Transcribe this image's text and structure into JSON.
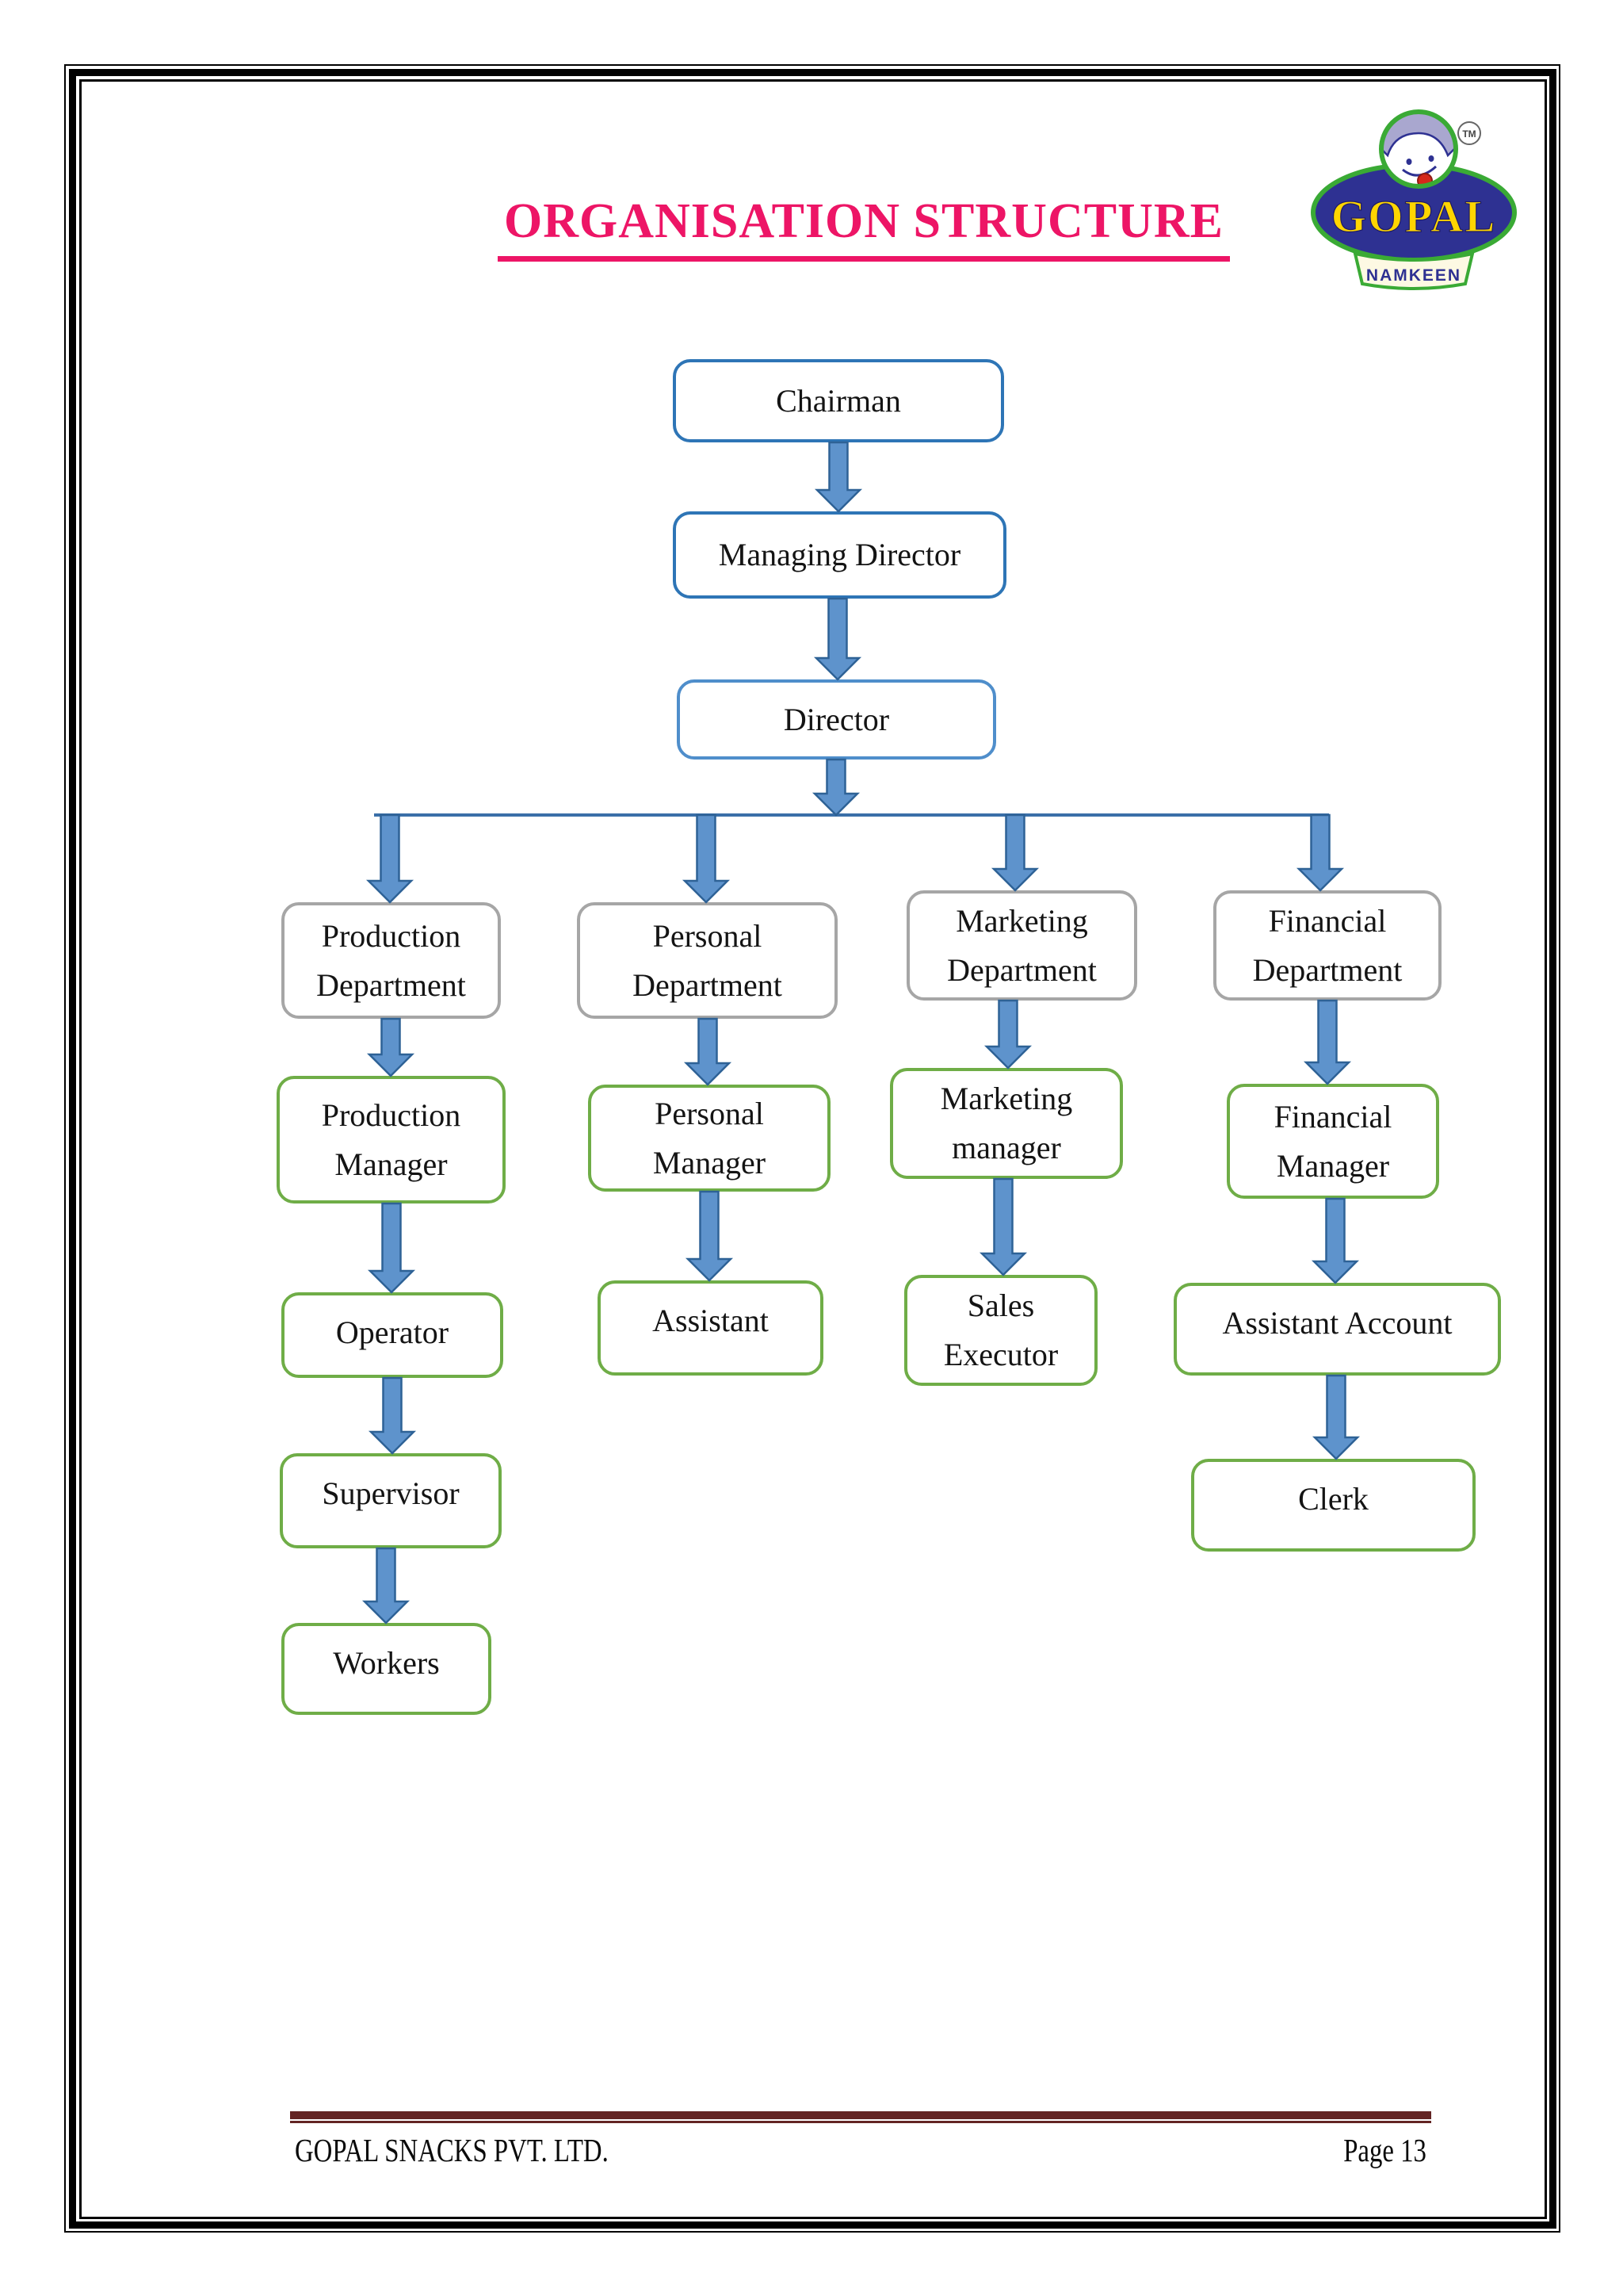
{
  "page": {
    "title": "ORGANISATION STRUCTURE"
  },
  "logo": {
    "brand": "GOPAL",
    "tagline": "NAMKEEN",
    "tm": "TM"
  },
  "footer": {
    "company": "GOPAL SNACKS PVT. LTD.",
    "page_label": "Page 13"
  },
  "colors": {
    "title": "#ED1566",
    "box_blue_border": "#2E75B6",
    "box_gray_border": "#A6A6A6",
    "box_green_border": "#6FAD47",
    "arrow_fill": "#5E93CC",
    "arrow_stroke": "#2E6296",
    "connector_line": "#3A6FA8",
    "footer_rule": "#632423",
    "logo_navy": "#2E3192",
    "logo_green": "#3AAA35",
    "logo_yellow": "#FFD500"
  },
  "org_chart": {
    "nodes": [
      {
        "id": "chairman",
        "label": "Chairman",
        "level": "blue"
      },
      {
        "id": "managing-director",
        "label": "Managing Director",
        "level": "blue"
      },
      {
        "id": "director",
        "label": "Director",
        "level": "blue"
      },
      {
        "id": "production-department",
        "label": "Production\nDepartment",
        "level": "gray"
      },
      {
        "id": "personal-department",
        "label": "Personal\nDepartment",
        "level": "gray"
      },
      {
        "id": "marketing-department",
        "label": "Marketing\nDepartment",
        "level": "gray"
      },
      {
        "id": "financial-department",
        "label": "Financial\nDepartment",
        "level": "gray"
      },
      {
        "id": "production-manager",
        "label": "Production\nManager",
        "level": "green"
      },
      {
        "id": "personal-manager",
        "label": "Personal\nManager",
        "level": "green"
      },
      {
        "id": "marketing-manager",
        "label": "Marketing\nmanager",
        "level": "green"
      },
      {
        "id": "financial-manager",
        "label": "Financial\nManager",
        "level": "green"
      },
      {
        "id": "operator",
        "label": "Operator",
        "level": "green"
      },
      {
        "id": "assistant",
        "label": "Assistant",
        "level": "green"
      },
      {
        "id": "sales-executor",
        "label": "Sales\nExecutor",
        "level": "green"
      },
      {
        "id": "assistant-account",
        "label": "Assistant Account",
        "level": "green"
      },
      {
        "id": "supervisor",
        "label": "Supervisor",
        "level": "green"
      },
      {
        "id": "clerk",
        "label": "Clerk",
        "level": "green"
      },
      {
        "id": "workers",
        "label": "Workers",
        "level": "green"
      }
    ],
    "edges": [
      [
        "Chairman",
        "Managing Director"
      ],
      [
        "Managing Director",
        "Director"
      ],
      [
        "Director",
        "Production Department"
      ],
      [
        "Director",
        "Personal Department"
      ],
      [
        "Director",
        "Marketing Department"
      ],
      [
        "Director",
        "Financial Department"
      ],
      [
        "Production Department",
        "Production Manager"
      ],
      [
        "Personal Department",
        "Personal Manager"
      ],
      [
        "Marketing Department",
        "Marketing manager"
      ],
      [
        "Financial Department",
        "Financial Manager"
      ],
      [
        "Production Manager",
        "Operator"
      ],
      [
        "Personal Manager",
        "Assistant"
      ],
      [
        "Marketing manager",
        "Sales Executor"
      ],
      [
        "Financial Manager",
        "Assistant Account"
      ],
      [
        "Operator",
        "Supervisor"
      ],
      [
        "Assistant Account",
        "Clerk"
      ],
      [
        "Supervisor",
        "Workers"
      ]
    ]
  }
}
